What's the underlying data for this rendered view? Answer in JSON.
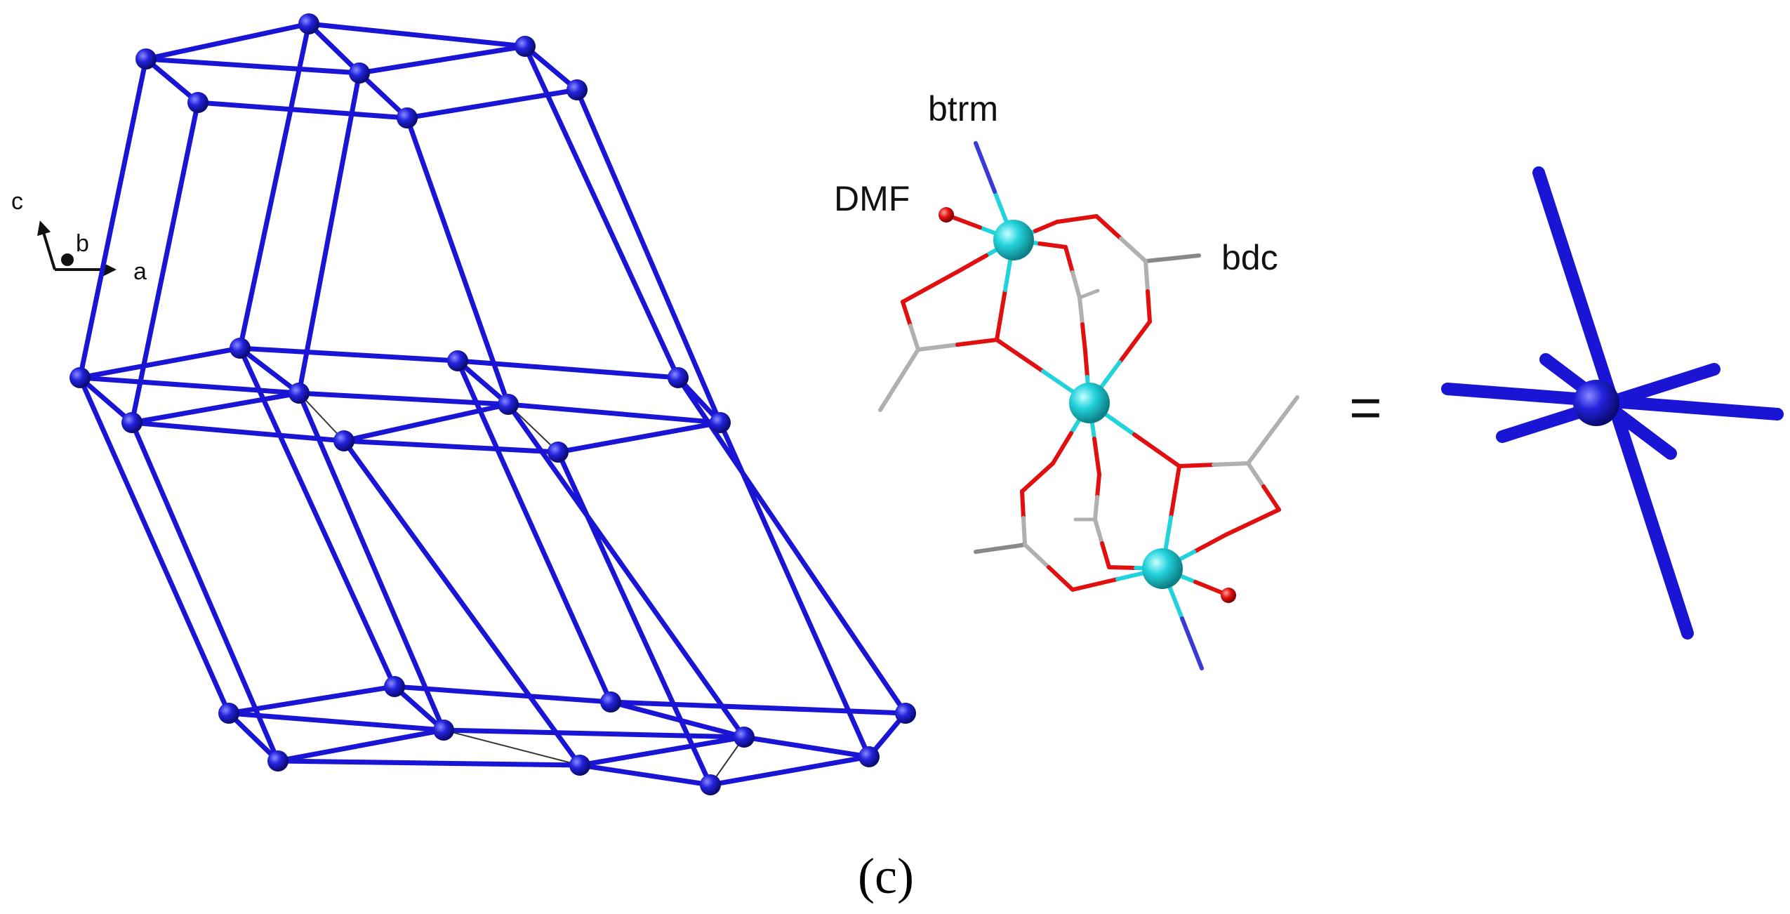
{
  "axes": {
    "c": "c",
    "b": "b",
    "a": "a"
  },
  "labels": {
    "btrm": "btrm",
    "dmf": "DMF",
    "bdc": "bdc",
    "equals": "="
  },
  "caption": "(c)",
  "colors": {
    "framework": "#1a14d4",
    "zinc": "#22d3dc",
    "oxygen": "#e01010",
    "carbon": "#b0b0b0",
    "nitrogen": "#3a3ad8",
    "background": "#ffffff"
  }
}
